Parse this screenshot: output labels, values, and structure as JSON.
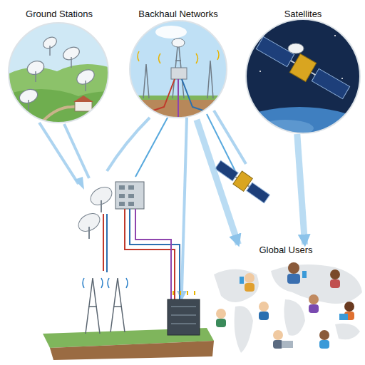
{
  "diagram": {
    "nodes": [
      {
        "text": [
          "Ground Stations"
        ]
      },
      {
        "text": [
          "Backhaul Networks"
        ]
      },
      {
        "text": [
          "Satellites"
        ]
      },
      {
        "text": [
          "Global Users"
        ]
      }
    ],
    "edges": [
      {
        "from": 1,
        "to": 3,
        "arrow": "to"
      },
      {
        "from": 2,
        "to": 3,
        "arrow": "to"
      }
    ]
  }
}
